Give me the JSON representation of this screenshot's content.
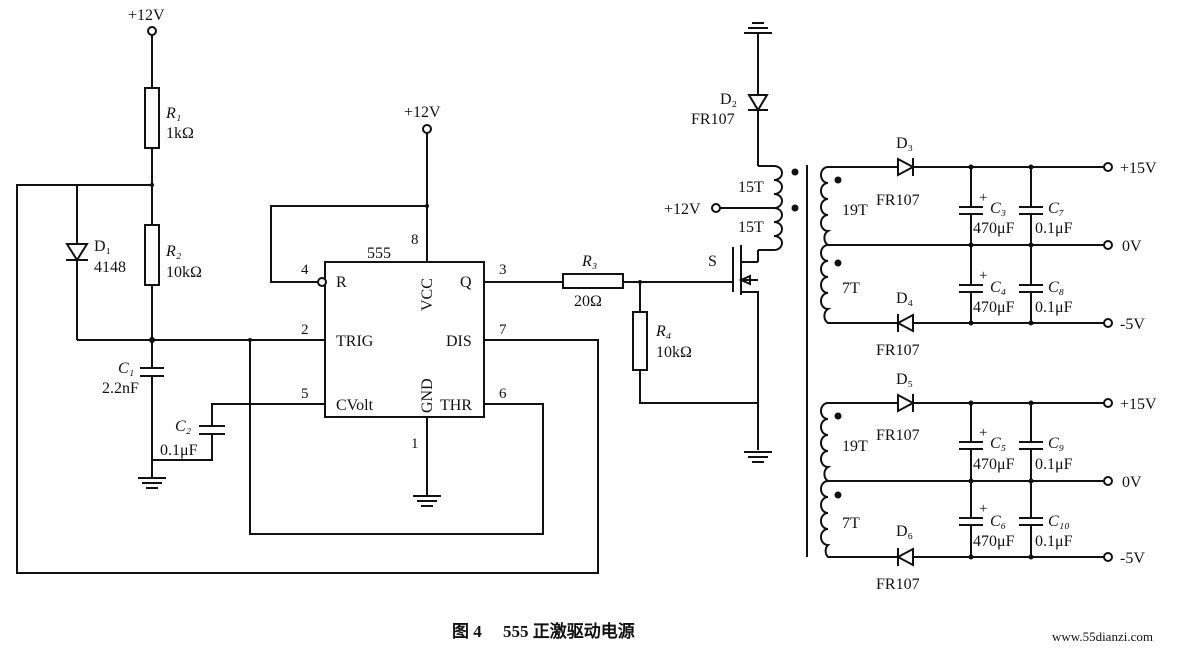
{
  "caption": "图 4　 555 正激驱动电源",
  "watermark": "www.55dianzi.com",
  "supply": {
    "top": "+12V",
    "vcc": "+12V",
    "transformer": "+12V"
  },
  "ic": {
    "name": "555",
    "pins": {
      "r": "R",
      "vcc": "VCC",
      "q": "Q",
      "trig": "TRIG",
      "dis": "DIS",
      "cvolt": "CVolt",
      "gnd": "GND",
      "thr": "THR"
    },
    "pin_numbers": {
      "p4": "4",
      "p8": "8",
      "p3": "3",
      "p2": "2",
      "p7": "7",
      "p5": "5",
      "p6": "6",
      "p1": "1"
    }
  },
  "components": {
    "r1": {
      "ref": "R₁",
      "value": "1kΩ"
    },
    "r2": {
      "ref": "R₂",
      "value": "10kΩ"
    },
    "r3": {
      "ref": "R₃",
      "value": "20Ω"
    },
    "r4": {
      "ref": "R₄",
      "value": "10kΩ"
    },
    "d1": {
      "ref": "D₁",
      "value": "4148"
    },
    "c1": {
      "ref": "C₁",
      "value": "2.2nF"
    },
    "c2": {
      "ref": "C₂",
      "value": "0.1μF"
    },
    "d2": {
      "ref": "D₂",
      "value": "FR107"
    },
    "mosfet": {
      "ref": "S"
    },
    "d3": {
      "ref": "D₃",
      "value": "FR107"
    },
    "d4": {
      "ref": "D₄",
      "value": "FR107"
    },
    "d5": {
      "ref": "D₅",
      "value": "FR107"
    },
    "d6": {
      "ref": "D₆",
      "value": "FR107"
    },
    "c3": {
      "ref": "C₃",
      "value": "470μF"
    },
    "c4": {
      "ref": "C₄",
      "value": "470μF"
    },
    "c5": {
      "ref": "C₅",
      "value": "470μF"
    },
    "c6": {
      "ref": "C₆",
      "value": "470μF"
    },
    "c7": {
      "ref": "C₇",
      "value": "0.1μF"
    },
    "c8": {
      "ref": "C₈",
      "value": "0.1μF"
    },
    "c9": {
      "ref": "C₉",
      "value": "0.1μF"
    },
    "c10": {
      "ref": "C₁₀",
      "value": "0.1μF"
    }
  },
  "transformer": {
    "primary_top": "15T",
    "primary_bottom": "15T",
    "sec1_upper": "19T",
    "sec1_lower": "7T",
    "sec2_upper": "19T",
    "sec2_lower": "7T"
  },
  "outputs": {
    "o1_pos": "+15V",
    "o1_zero": "0V",
    "o1_neg": "-5V",
    "o2_pos": "+15V",
    "o2_zero": "0V",
    "o2_neg": "-5V"
  }
}
